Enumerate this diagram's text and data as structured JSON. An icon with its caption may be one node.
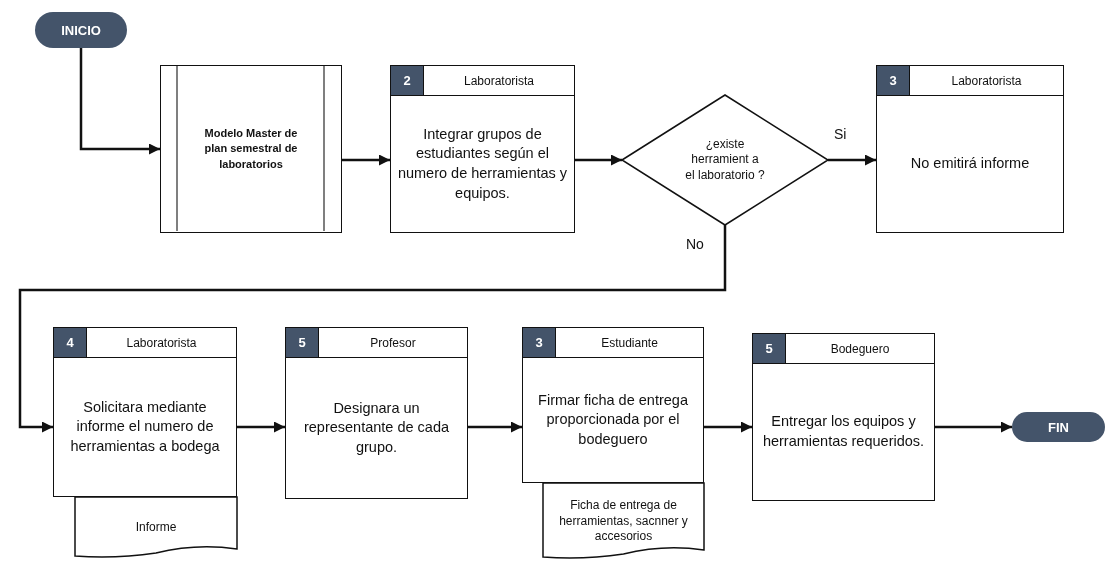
{
  "diagram": {
    "nodes": [
      {
        "text": [
          "INICIO"
        ]
      },
      {
        "text": [
          "Modelo Master de plan semestral de laboratorios"
        ]
      },
      {
        "text": [
          "2",
          "Laboratorista",
          "Integrar grupos de estudiantes según el numero de herramientas y equipos."
        ]
      },
      {
        "text": [
          "¿existe herramient a el laboratorio ?"
        ]
      },
      {
        "text": [
          "3",
          "Laboratorista",
          "No emitirá informe"
        ]
      },
      {
        "text": [
          "4",
          "Laboratorista",
          "Solicitara mediante informe el numero de herramientas a bodega"
        ]
      },
      {
        "text": [
          "Informe"
        ]
      },
      {
        "text": [
          "5",
          "Profesor",
          "Designara un representante de cada grupo."
        ]
      },
      {
        "text": [
          "3",
          "Estudiante",
          "Firmar ficha de entrega proporcionada por el bodeguero"
        ]
      },
      {
        "text": [
          "Ficha de entrega de herramientas, sacnner y accesorios"
        ]
      },
      {
        "text": [
          "5",
          "Bodeguero",
          "Entregar los equipos y herramientas requeridos."
        ]
      },
      {
        "text": [
          "FIN"
        ]
      }
    ],
    "edges": [
      {
        "from": 0,
        "to": 1,
        "arrow": "to"
      },
      {
        "from": 1,
        "to": 2,
        "arrow": "to"
      },
      {
        "from": 2,
        "to": 3,
        "arrow": "to"
      },
      {
        "from": 3,
        "to": 4,
        "arrow": "to",
        "label": "Si"
      },
      {
        "from": 3,
        "to": 5,
        "arrow": "to",
        "label": "No"
      },
      {
        "from": 5,
        "to": 7,
        "arrow": "to"
      },
      {
        "from": 7,
        "to": 8,
        "arrow": "to"
      },
      {
        "from": 8,
        "to": 10,
        "arrow": "to"
      },
      {
        "from": 10,
        "to": 11,
        "arrow": "to"
      }
    ]
  }
}
